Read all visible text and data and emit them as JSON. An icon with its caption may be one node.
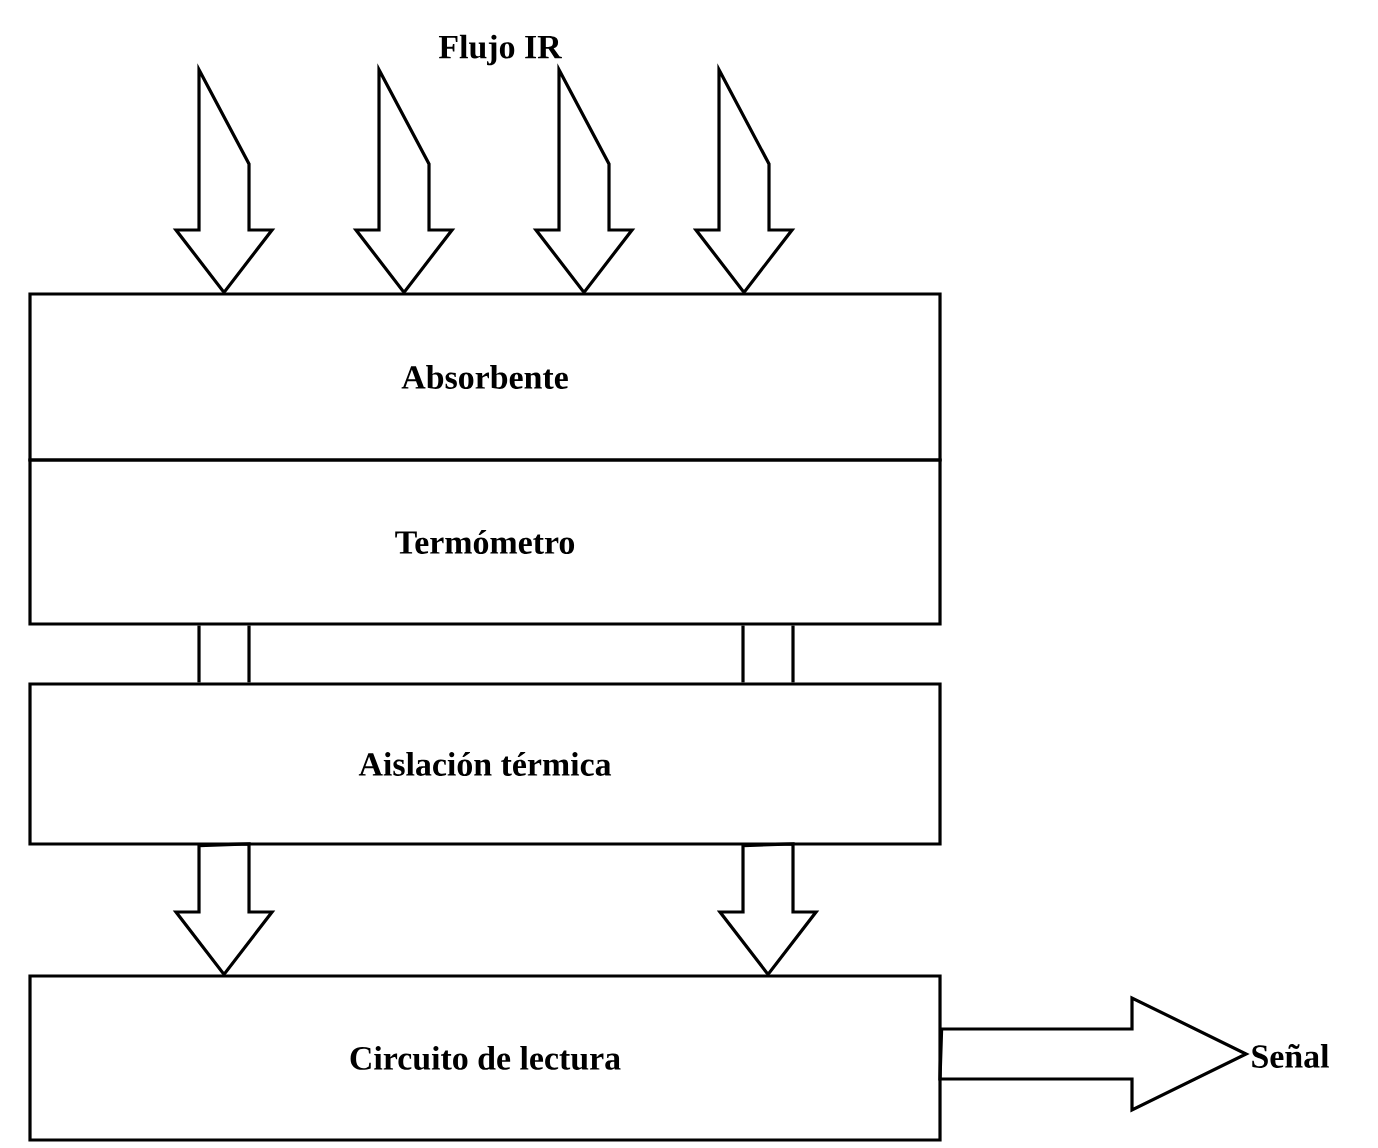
{
  "diagram": {
    "nodes": [
      {
        "text": [
          "Flujo IR"
        ]
      },
      {
        "text": [
          "Absorbente"
        ]
      },
      {
        "text": [
          "Termómetro"
        ]
      },
      {
        "text": [
          "Aislación térmica"
        ]
      },
      {
        "text": [
          "Circuito de lectura"
        ]
      },
      {
        "text": [
          "Señal"
        ]
      }
    ],
    "edges": [
      {
        "from": 0,
        "to": 1,
        "arrow": "to"
      },
      {
        "from": 0,
        "to": 1,
        "arrow": "to"
      },
      {
        "from": 0,
        "to": 1,
        "arrow": "to"
      },
      {
        "from": 0,
        "to": 1,
        "arrow": "to"
      },
      {
        "from": 2,
        "to": 3,
        "arrow": "none"
      },
      {
        "from": 2,
        "to": 3,
        "arrow": "none"
      },
      {
        "from": 3,
        "to": 4,
        "arrow": "to"
      },
      {
        "from": 3,
        "to": 4,
        "arrow": "to"
      },
      {
        "from": 4,
        "to": 5,
        "arrow": "to"
      }
    ]
  }
}
